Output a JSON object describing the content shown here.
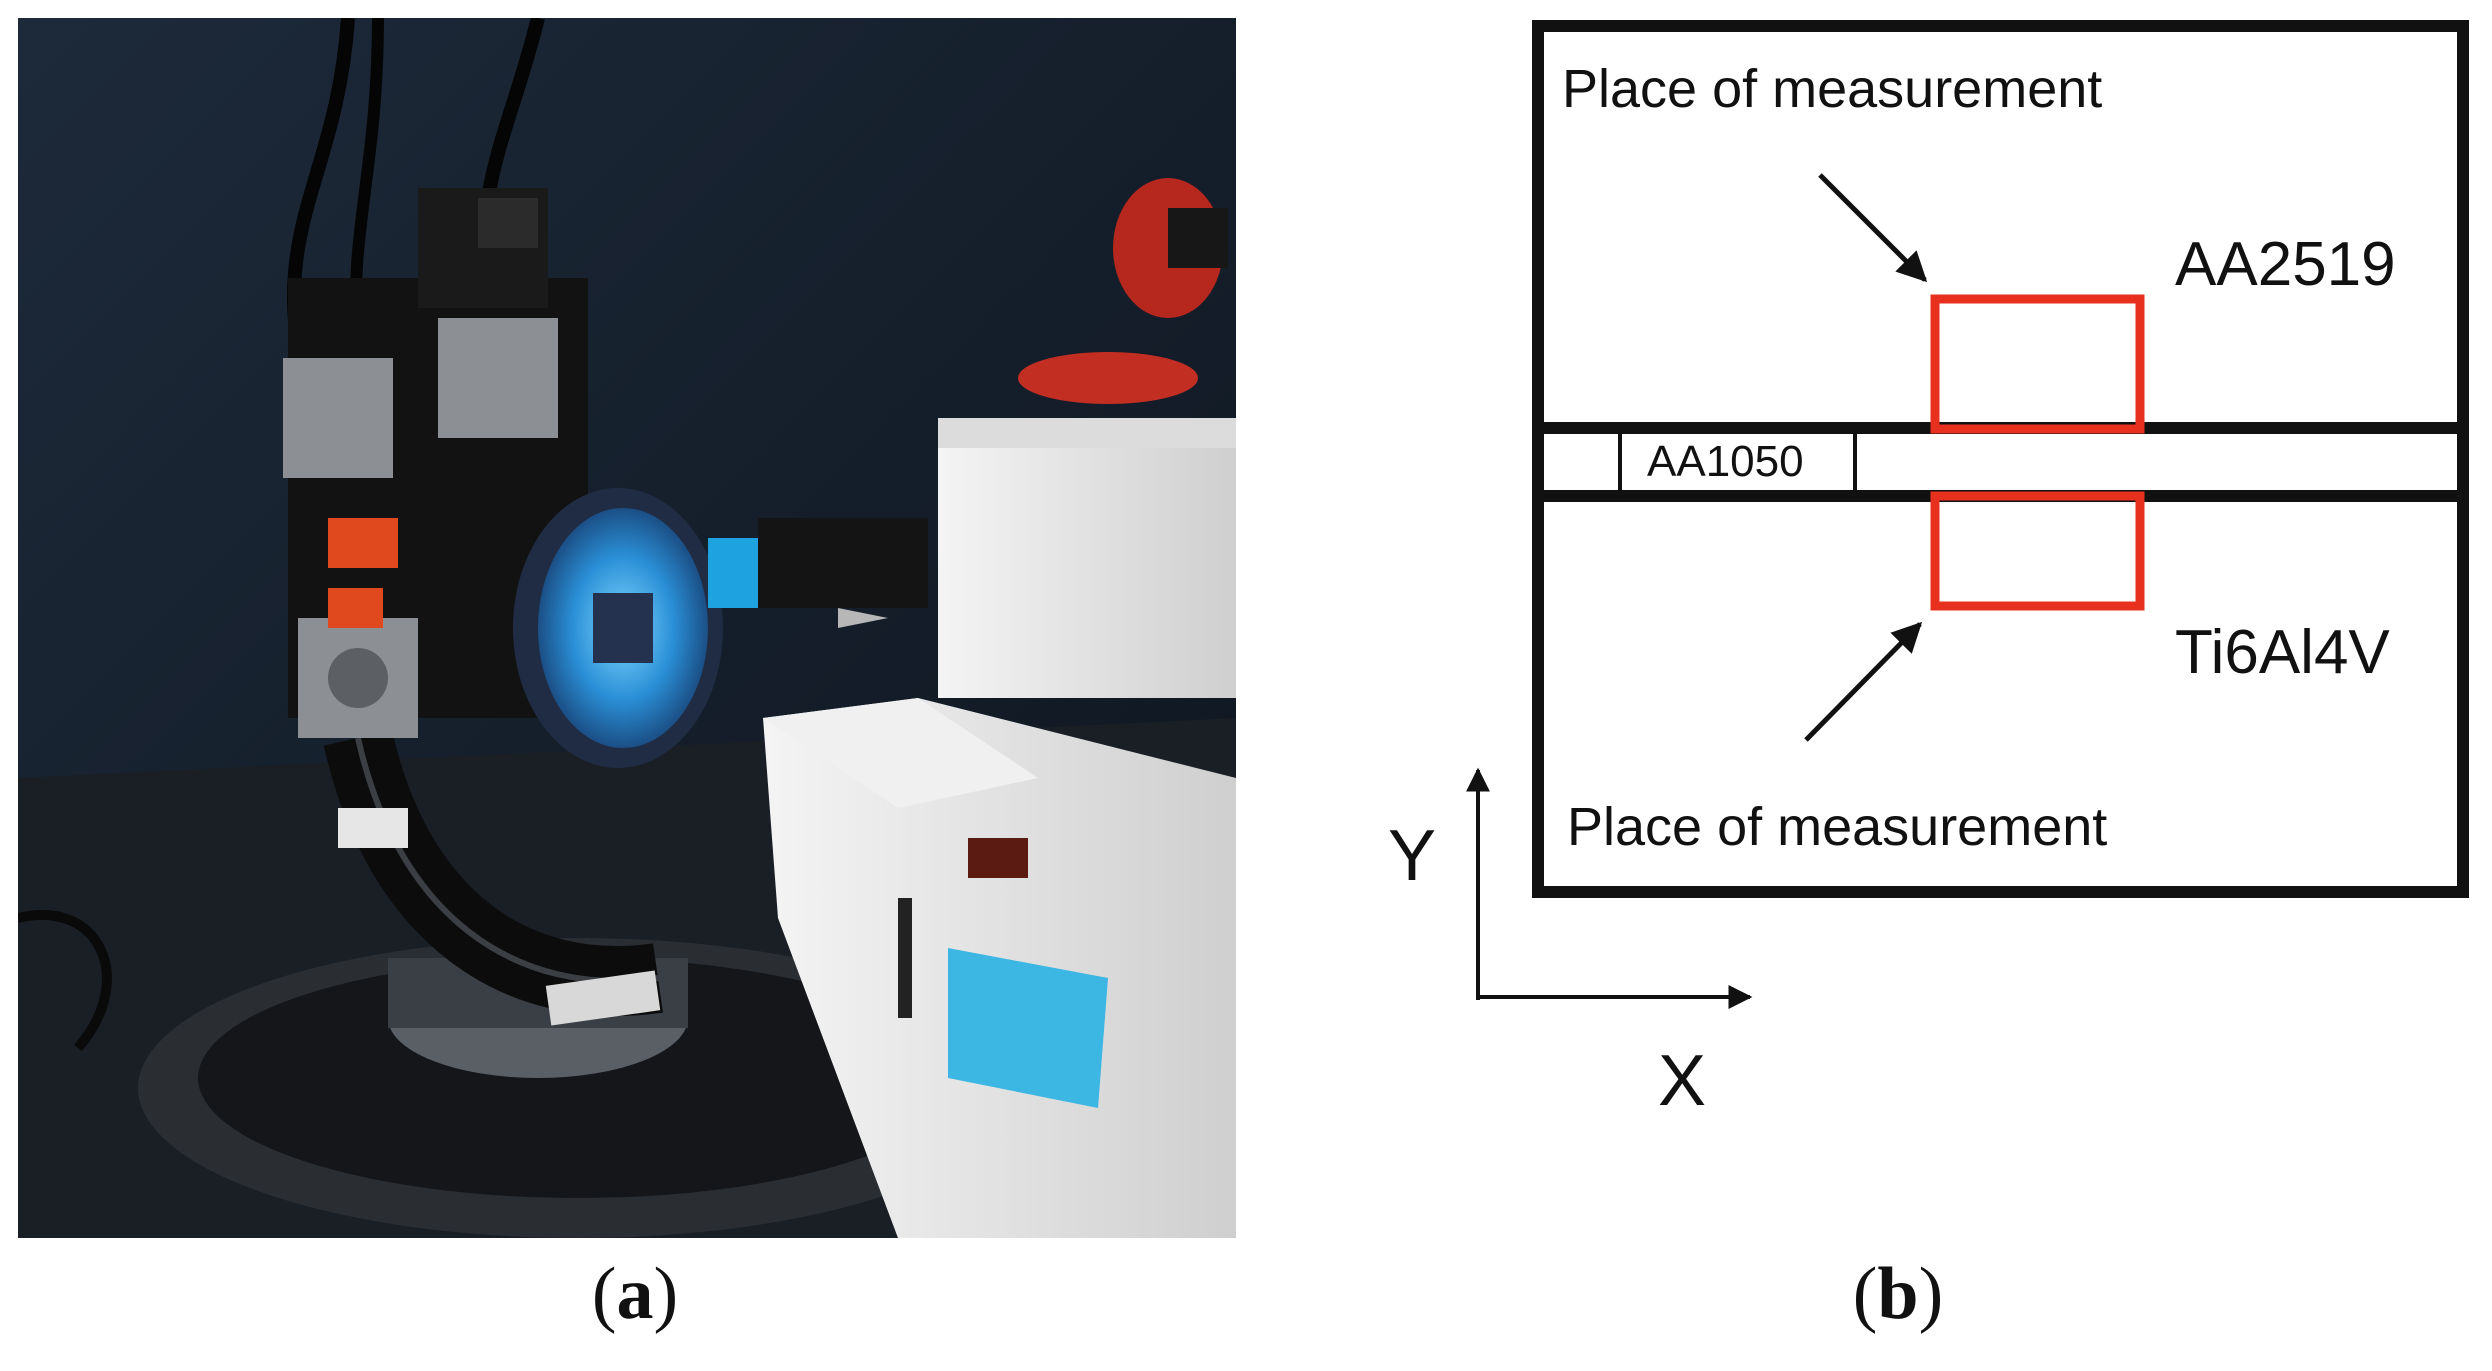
{
  "panels": {
    "a": {
      "caption_open": "(",
      "caption_letter": "a",
      "caption_close": ")",
      "content": "photo-of-x-ray-diffractometer"
    },
    "b": {
      "caption_open": "(",
      "caption_letter": "b",
      "caption_close": ")",
      "labels": {
        "top_measurement": "Place of measurement",
        "bottom_measurement": "Place of measurement",
        "top_material": "AA2519",
        "middle_material": "AA1050",
        "bottom_material": "Ti6Al4V",
        "axis_y": "Y",
        "axis_x": "X"
      }
    }
  },
  "colors": {
    "measurement_box": "#e8301f",
    "outline": "#111111",
    "background": "#ffffff"
  }
}
